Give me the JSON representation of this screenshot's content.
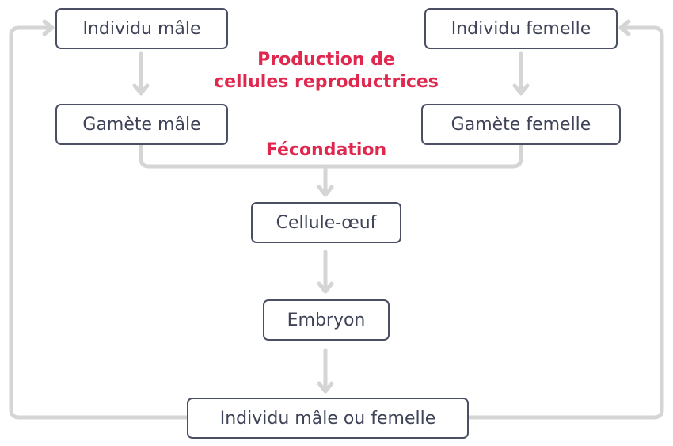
{
  "nodes": {
    "individu_male": "Individu mâle",
    "individu_femelle": "Individu femelle",
    "gamete_male": "Gamète mâle",
    "gamete_femelle": "Gamète femelle",
    "cellule_oeuf": "Cellule-œuf",
    "embryon": "Embryon",
    "individu_male_ou_femelle": "Individu mâle ou femelle"
  },
  "labels": {
    "production_line1": "Production de",
    "production_line2": "cellules reproductrices",
    "fecondation": "Fécondation"
  },
  "colors": {
    "box_border": "#4b4f63",
    "text": "#3f4357",
    "accent": "#e0284f",
    "connector": "#d5d5d5"
  }
}
